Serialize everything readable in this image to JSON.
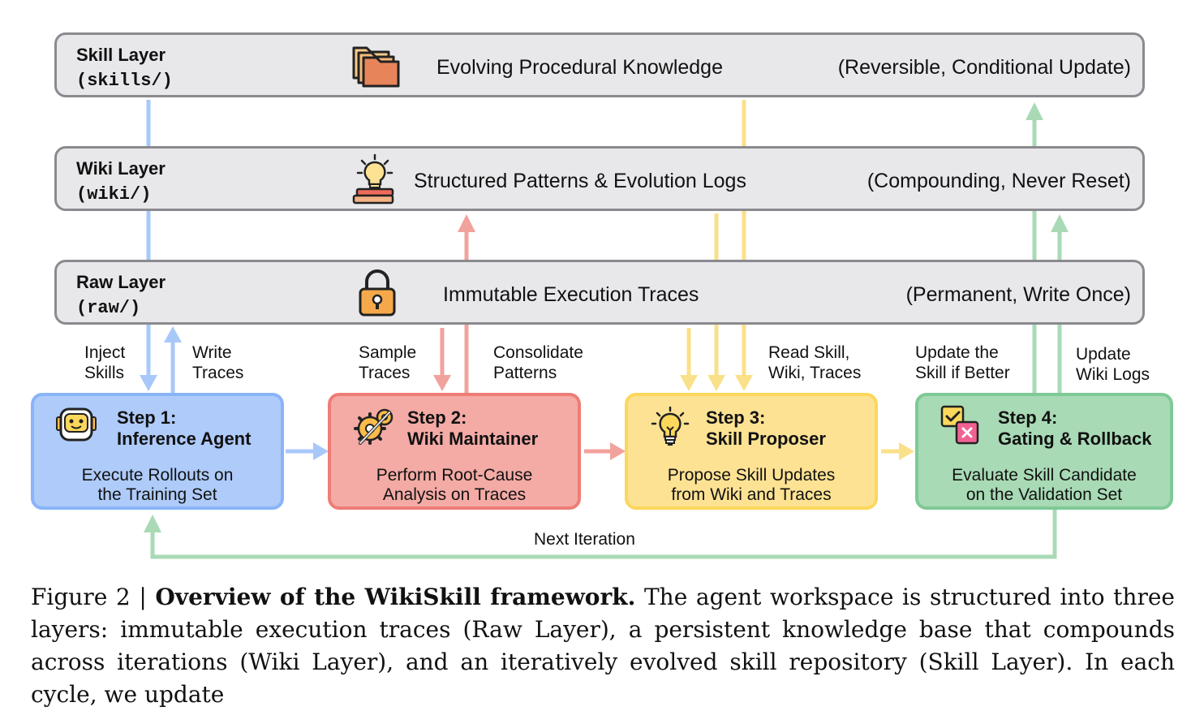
{
  "layers": [
    {
      "name": "Skill Layer",
      "dir": "(skills/)",
      "desc": "Evolving Procedural Knowledge",
      "prop": "(Reversible, Conditional Update)",
      "icon": "folders-icon"
    },
    {
      "name": "Wiki Layer",
      "dir": "(wiki/)",
      "desc": "Structured Patterns & Evolution Logs",
      "prop": "(Compounding, Never Reset)",
      "icon": "lightbulb-books-icon"
    },
    {
      "name": "Raw Layer",
      "dir": "(raw/)",
      "desc": "Immutable Execution Traces",
      "prop": "(Permanent, Write Once)",
      "icon": "padlock-icon"
    }
  ],
  "steps": [
    {
      "title_line1": "Step 1:",
      "title_line2": "Inference Agent",
      "desc_line1": "Execute Rollouts on",
      "desc_line2": "the Training Set",
      "icon": "robot-icon",
      "fill": "#aecbfa",
      "stroke": "#8ab4f8"
    },
    {
      "title_line1": "Step 2:",
      "title_line2": "Wiki Maintainer",
      "desc_line1": "Perform Root-Cause",
      "desc_line2": "Analysis on Traces",
      "icon": "gears-icon",
      "fill": "#f4aaa5",
      "stroke": "#ee7d76"
    },
    {
      "title_line1": "Step 3:",
      "title_line2": "Skill Proposer",
      "desc_line1": "Propose Skill Updates",
      "desc_line2": "from Wiki and Traces",
      "icon": "lightbulb-icon",
      "fill": "#fde293",
      "stroke": "#fbd75b"
    },
    {
      "title_line1": "Step 4:",
      "title_line2": "Gating & Rollback",
      "desc_line1": "Evaluate Skill Candidate",
      "desc_line2": "on the Validation Set",
      "icon": "checklist-icon",
      "fill": "#a8dab5",
      "stroke": "#7fc996"
    }
  ],
  "labels": {
    "inject_1": "Inject",
    "inject_2": "Skills",
    "write_1": "Write",
    "write_2": "Traces",
    "sample_1": "Sample",
    "sample_2": "Traces",
    "consolidate_1": "Consolidate",
    "consolidate_2": "Patterns",
    "read_1": "Read Skill,",
    "read_2": "Wiki, Traces",
    "update_skill_1": "Update the",
    "update_skill_2": "Skill if Better",
    "update_wiki_1": "Update",
    "update_wiki_2": "Wiki Logs",
    "next_iteration": "Next Iteration"
  },
  "caption": {
    "prefix": "Figure 2 | ",
    "title": "Overview of the WikiSkill framework.",
    "body": " The agent workspace is structured into three layers: immutable execution traces (Raw Layer), a persistent knowledge base that compounds across iterations (Wiki Layer), and an iteratively evolved skill repository (Skill Layer). In each cycle, we update"
  },
  "colors": {
    "blue": "#a9c8fa",
    "red": "#f2a29c",
    "yellow": "#fbe08a",
    "green": "#a9dab5",
    "layer_fill": "#e8e8eb",
    "layer_stroke": "#8a8a8f"
  }
}
